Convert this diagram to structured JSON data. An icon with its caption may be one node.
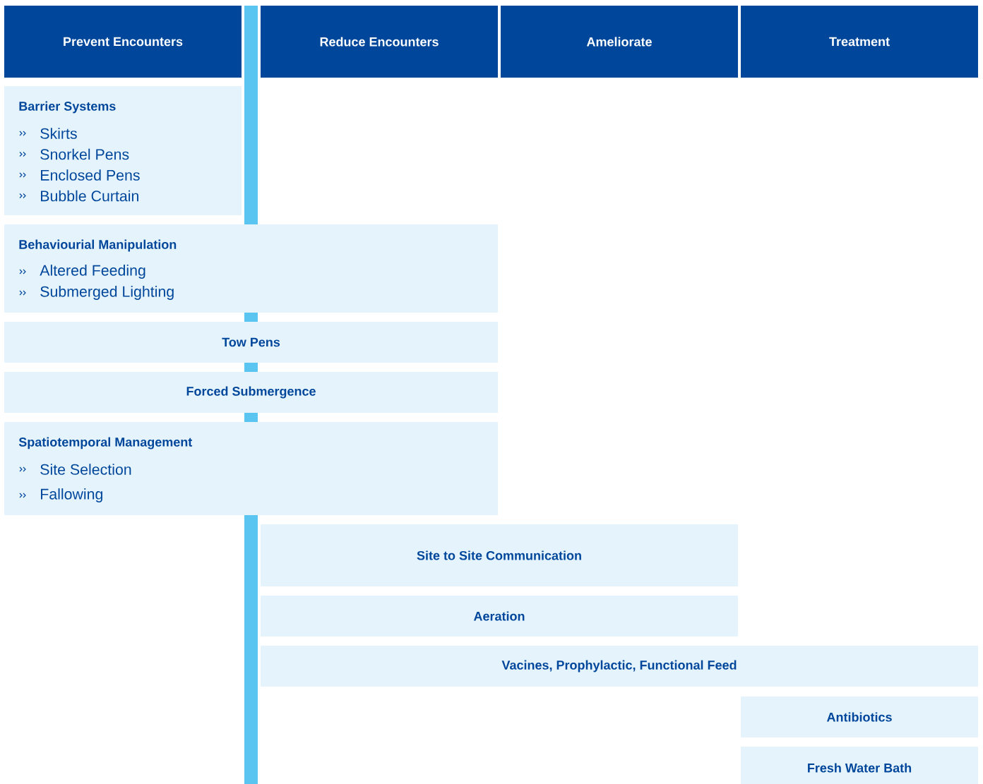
{
  "diagram": {
    "nodes": [
      {
        "text": [
          "Prevent Encounters"
        ]
      },
      {
        "text": [
          "Reduce Encounters"
        ]
      },
      {
        "text": [
          "Ameliorate"
        ]
      },
      {
        "text": [
          "Treatment"
        ]
      },
      {
        "text": [
          "Barrier Systems",
          "Skirts",
          "Snorkel Pens",
          "Enclosed Pens",
          "Bubble Curtain"
        ]
      },
      {
        "text": [
          "Behaviourial Manipulation",
          "Altered Feeding",
          "Submerged Lighting"
        ]
      },
      {
        "text": [
          "Tow Pens"
        ]
      },
      {
        "text": [
          "Forced Submergence"
        ]
      },
      {
        "text": [
          "Spatiotemporal Management",
          "Site Selection",
          "Fallowing"
        ]
      },
      {
        "text": [
          "Site to Site Communication"
        ]
      },
      {
        "text": [
          "Aeration"
        ]
      },
      {
        "text": [
          "Vacines, Prophylactic, Functional Feed"
        ]
      },
      {
        "text": [
          "Antibiotics"
        ]
      },
      {
        "text": [
          "Fresh Water Bath"
        ]
      },
      {
        "text": [],
        "shape": "bar"
      },
      {
        "text": [],
        "shape": "bar"
      },
      {
        "text": [],
        "shape": "bar"
      },
      {
        "text": [],
        "shape": "bar"
      },
      {
        "text": [],
        "shape": "bar"
      }
    ]
  }
}
